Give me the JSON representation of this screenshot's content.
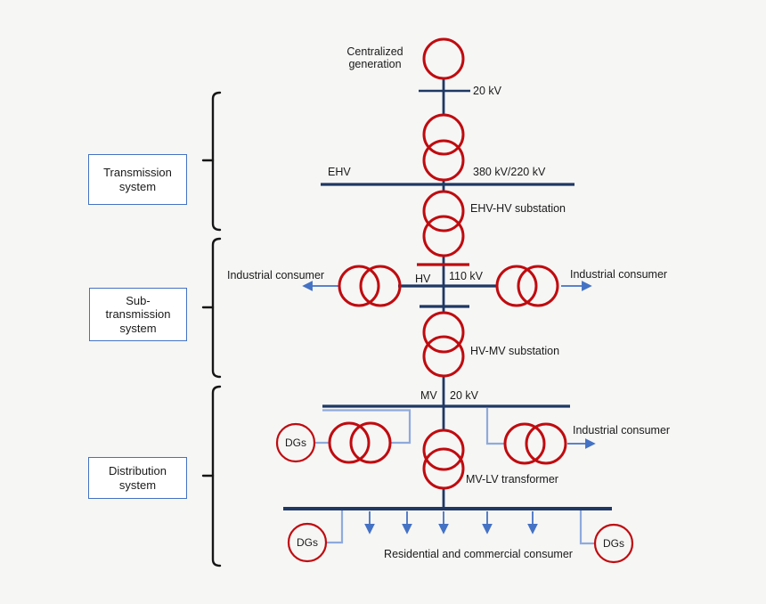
{
  "diagram_type": "power-system-single-line-diagram",
  "colors": {
    "transformer_red": "#c00b0f",
    "bus_navy": "#1f3864",
    "feeder_light_blue": "#8faadc",
    "arrow_blue": "#4472c4",
    "section_box_border": "#4472c4",
    "text": "#1a1a1a",
    "background": "#f6f6f5"
  },
  "section_boxes": [
    {
      "id": "transmission",
      "lines": [
        "Transmission",
        "system"
      ]
    },
    {
      "id": "sub_transmission",
      "lines": [
        "Sub-",
        "transmission",
        "system"
      ]
    },
    {
      "id": "distribution",
      "lines": [
        "Distribution",
        "system"
      ]
    }
  ],
  "labels": {
    "centralized_line1": "Centralized",
    "centralized_line2": "generation",
    "kv20_top": "20 kV",
    "ehv": "EHV",
    "kv380_220": "380 kV/220 kV",
    "ehv_hv_substation": "EHV-HV substation",
    "industrial_consumer_left": "Industrial consumer",
    "hv": "HV",
    "kv110": "110 kV",
    "industrial_consumer_right": "Industrial consumer",
    "hv_mv_substation": "HV-MV substation",
    "mv": "MV",
    "kv20_mid": "20 kV",
    "industrial_consumer_bottom": "Industrial consumer",
    "mv_lv_transformer": "MV-LV transformer",
    "residential": "Residential and commercial consumer",
    "dgs_mid_left": "DGs",
    "dgs_bottom_left": "DGs",
    "dgs_bottom_right": "DGs"
  }
}
